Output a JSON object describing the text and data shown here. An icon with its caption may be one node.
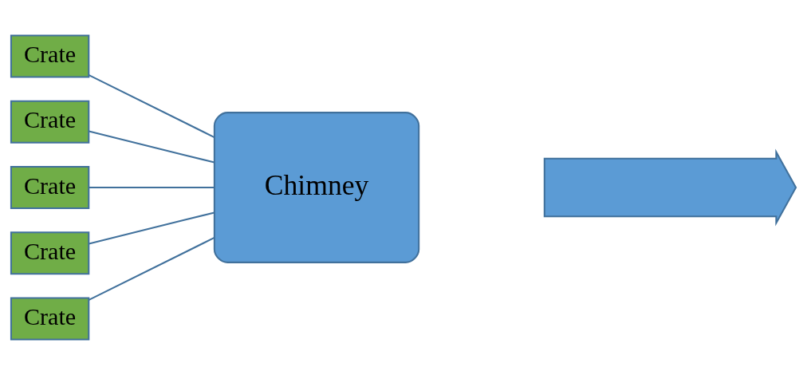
{
  "diagram": {
    "nodes": [
      {
        "text": [
          "Crate"
        ]
      },
      {
        "text": [
          "Crate"
        ]
      },
      {
        "text": [
          "Crate"
        ]
      },
      {
        "text": [
          "Crate"
        ]
      },
      {
        "text": [
          "Crate"
        ]
      },
      {
        "text": [
          "Chimney"
        ]
      },
      {
        "text": [],
        "shape": "arrow"
      }
    ],
    "edges": [
      {
        "from": 0,
        "to": 5,
        "arrow": "none"
      },
      {
        "from": 1,
        "to": 5,
        "arrow": "none"
      },
      {
        "from": 2,
        "to": 5,
        "arrow": "none"
      },
      {
        "from": 3,
        "to": 5,
        "arrow": "none"
      },
      {
        "from": 4,
        "to": 5,
        "arrow": "none"
      }
    ]
  }
}
